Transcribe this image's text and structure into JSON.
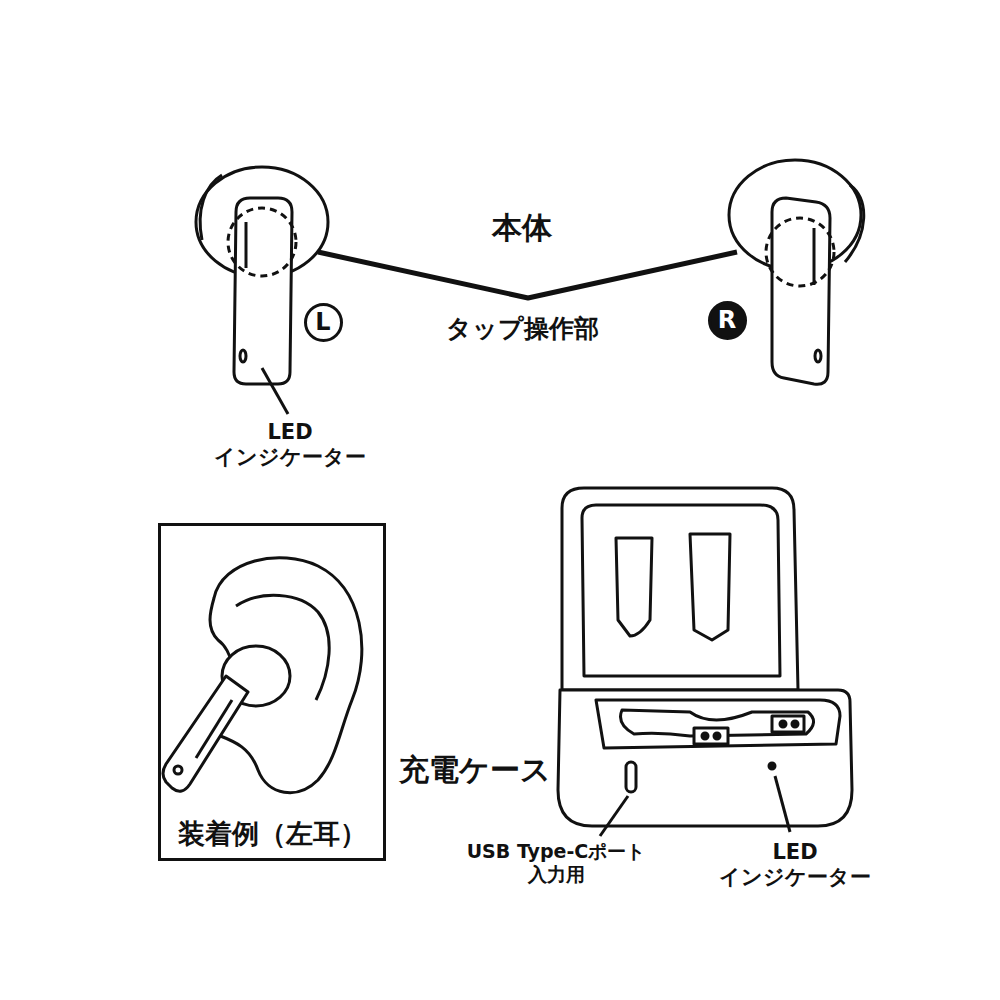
{
  "diagram": {
    "nodes": [
      {
        "text": [
          "L"
        ]
      },
      {
        "text": [
          "R"
        ]
      },
      {
        "text": [
          "装着例（左耳）"
        ]
      }
    ],
    "labels": [
      "本体",
      "タップ操作部",
      "LED インジケーター",
      "充電ケース",
      "USB Type-Cポート 入力用",
      "LED インジケーター"
    ]
  }
}
